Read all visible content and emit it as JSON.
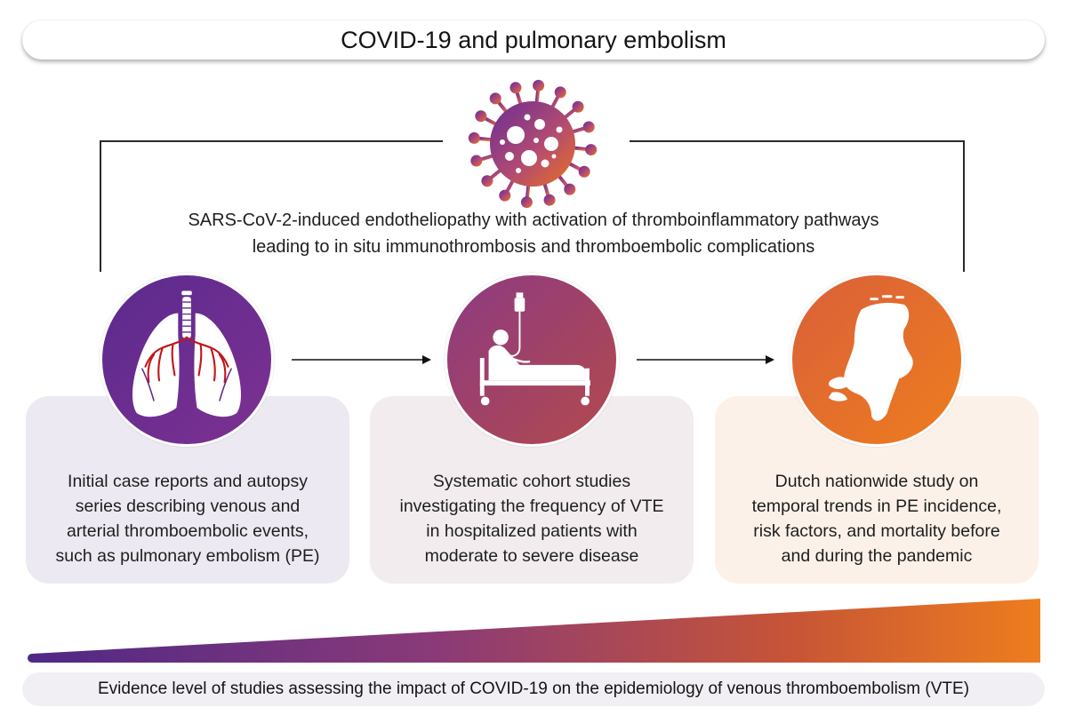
{
  "title": "COVID-19 and pulmonary embolism",
  "mechanism": {
    "line1": "SARS-CoV-2-induced endotheliopathy with activation of thromboinflammatory pathways",
    "line2": "leading to in situ immunothrombosis and thromboembolic complications"
  },
  "stages": [
    {
      "icon": "lungs-icon",
      "lines": [
        "Initial case reports and autopsy",
        "series describing venous and",
        "arterial thromboembolic events,",
        "such as pulmonary embolism (PE)"
      ]
    },
    {
      "icon": "hospital-bed-icon",
      "lines": [
        "Systematic cohort studies",
        "investigating the frequency of VTE",
        "in hospitalized patients with",
        "moderate to severe disease"
      ]
    },
    {
      "icon": "netherlands-map-icon",
      "lines": [
        "Dutch nationwide study on",
        "temporal trends in PE incidence,",
        "risk factors, and mortality before",
        "and during the pandemic"
      ]
    }
  ],
  "evidence_label": "Evidence level of studies assessing the impact of COVID-19 on the epidemiology of venous thromboembolism (VTE)",
  "colors": {
    "purple": "#5b2a8f",
    "magenta": "#8e3a82",
    "orange": "#ee7d1e"
  }
}
